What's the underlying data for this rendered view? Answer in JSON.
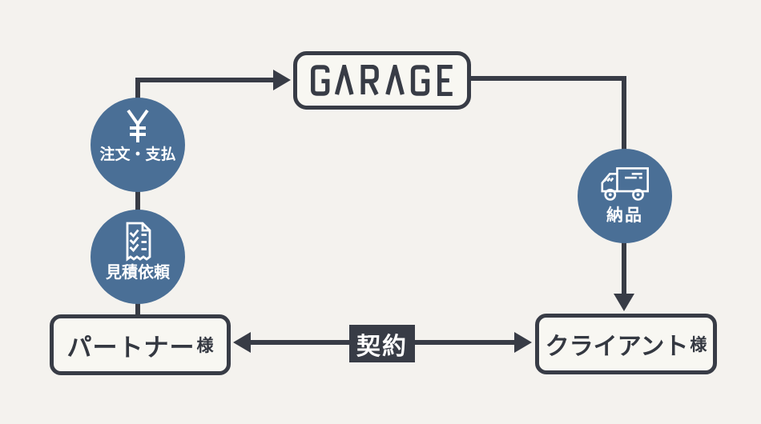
{
  "colors": {
    "background": "#f4f2ee",
    "dark": "#383c46",
    "blue": "#4a6f96",
    "box_background": "#f8f7f2",
    "circle_text": "#ffffff"
  },
  "garage_node": {
    "label": "GARAGE"
  },
  "partner_node": {
    "name": "パートナー",
    "honorific": "様"
  },
  "client_node": {
    "name": "クライアント",
    "honorific": "様"
  },
  "contract_link": {
    "label": "契約"
  },
  "steps": {
    "order_payment": {
      "label": "注文・支払",
      "icon": "yen-icon"
    },
    "quote_request": {
      "label": "見積依頼",
      "icon": "document-checklist-icon"
    },
    "delivery": {
      "label": "納品",
      "icon": "delivery-truck-icon"
    }
  }
}
